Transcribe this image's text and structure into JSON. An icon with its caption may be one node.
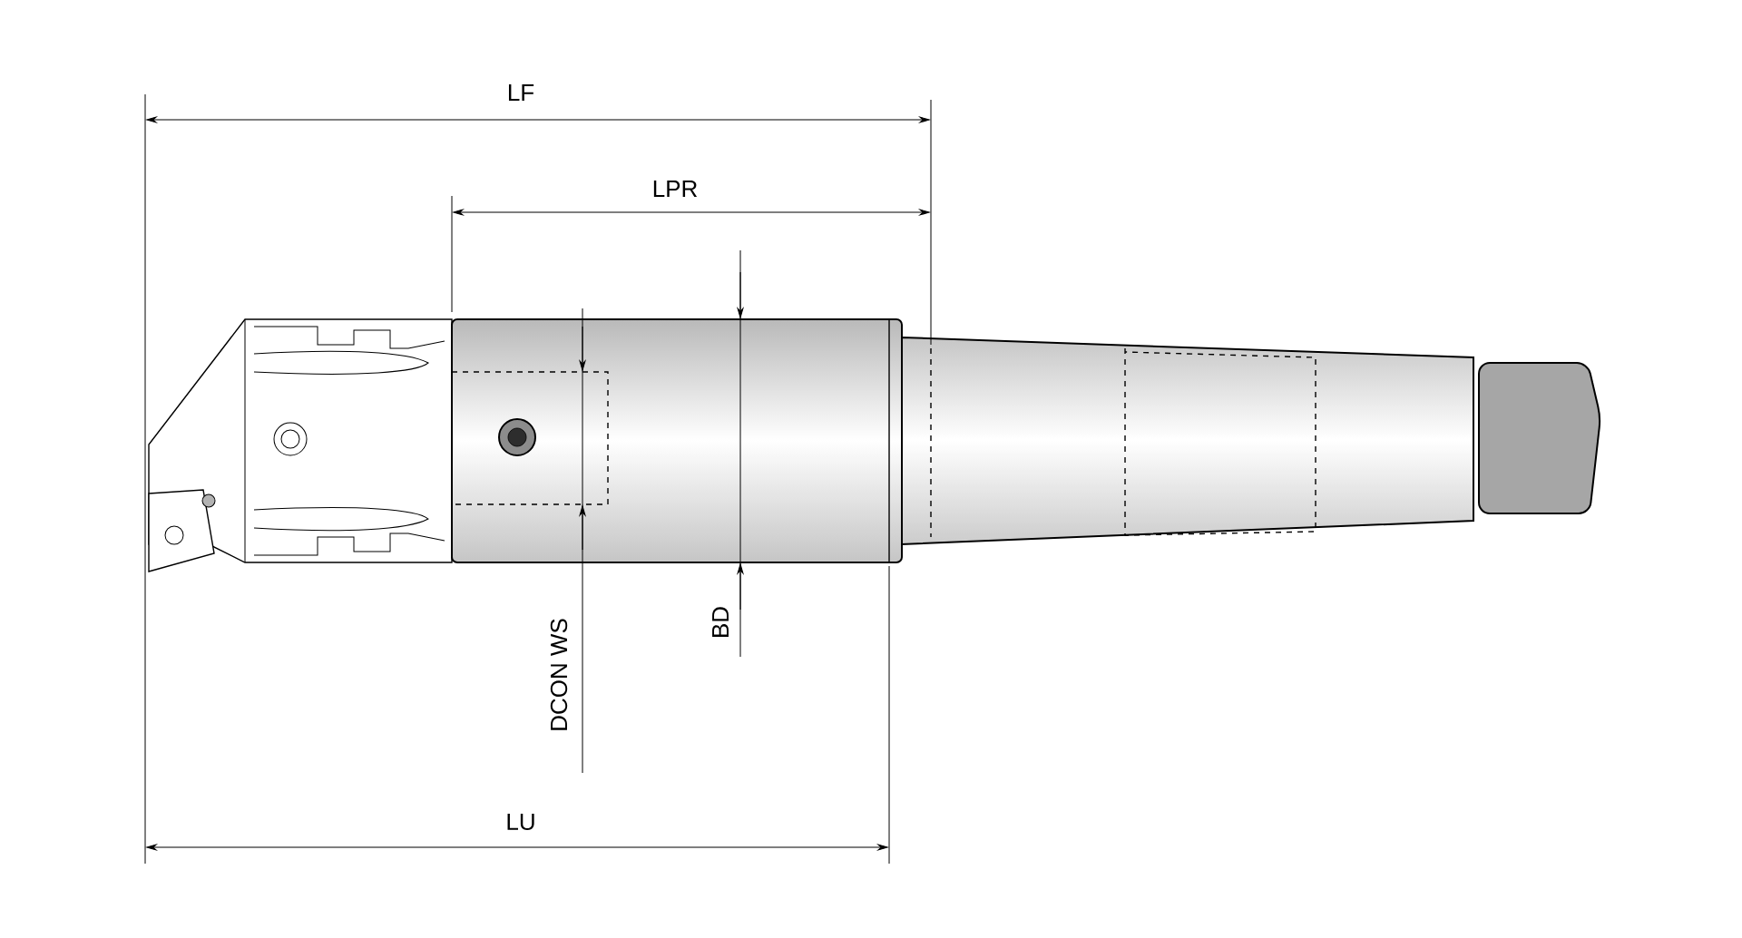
{
  "diagram": {
    "labels": [
      "LF",
      "LPR",
      "DCON WS",
      "BD",
      "LU"
    ]
  }
}
